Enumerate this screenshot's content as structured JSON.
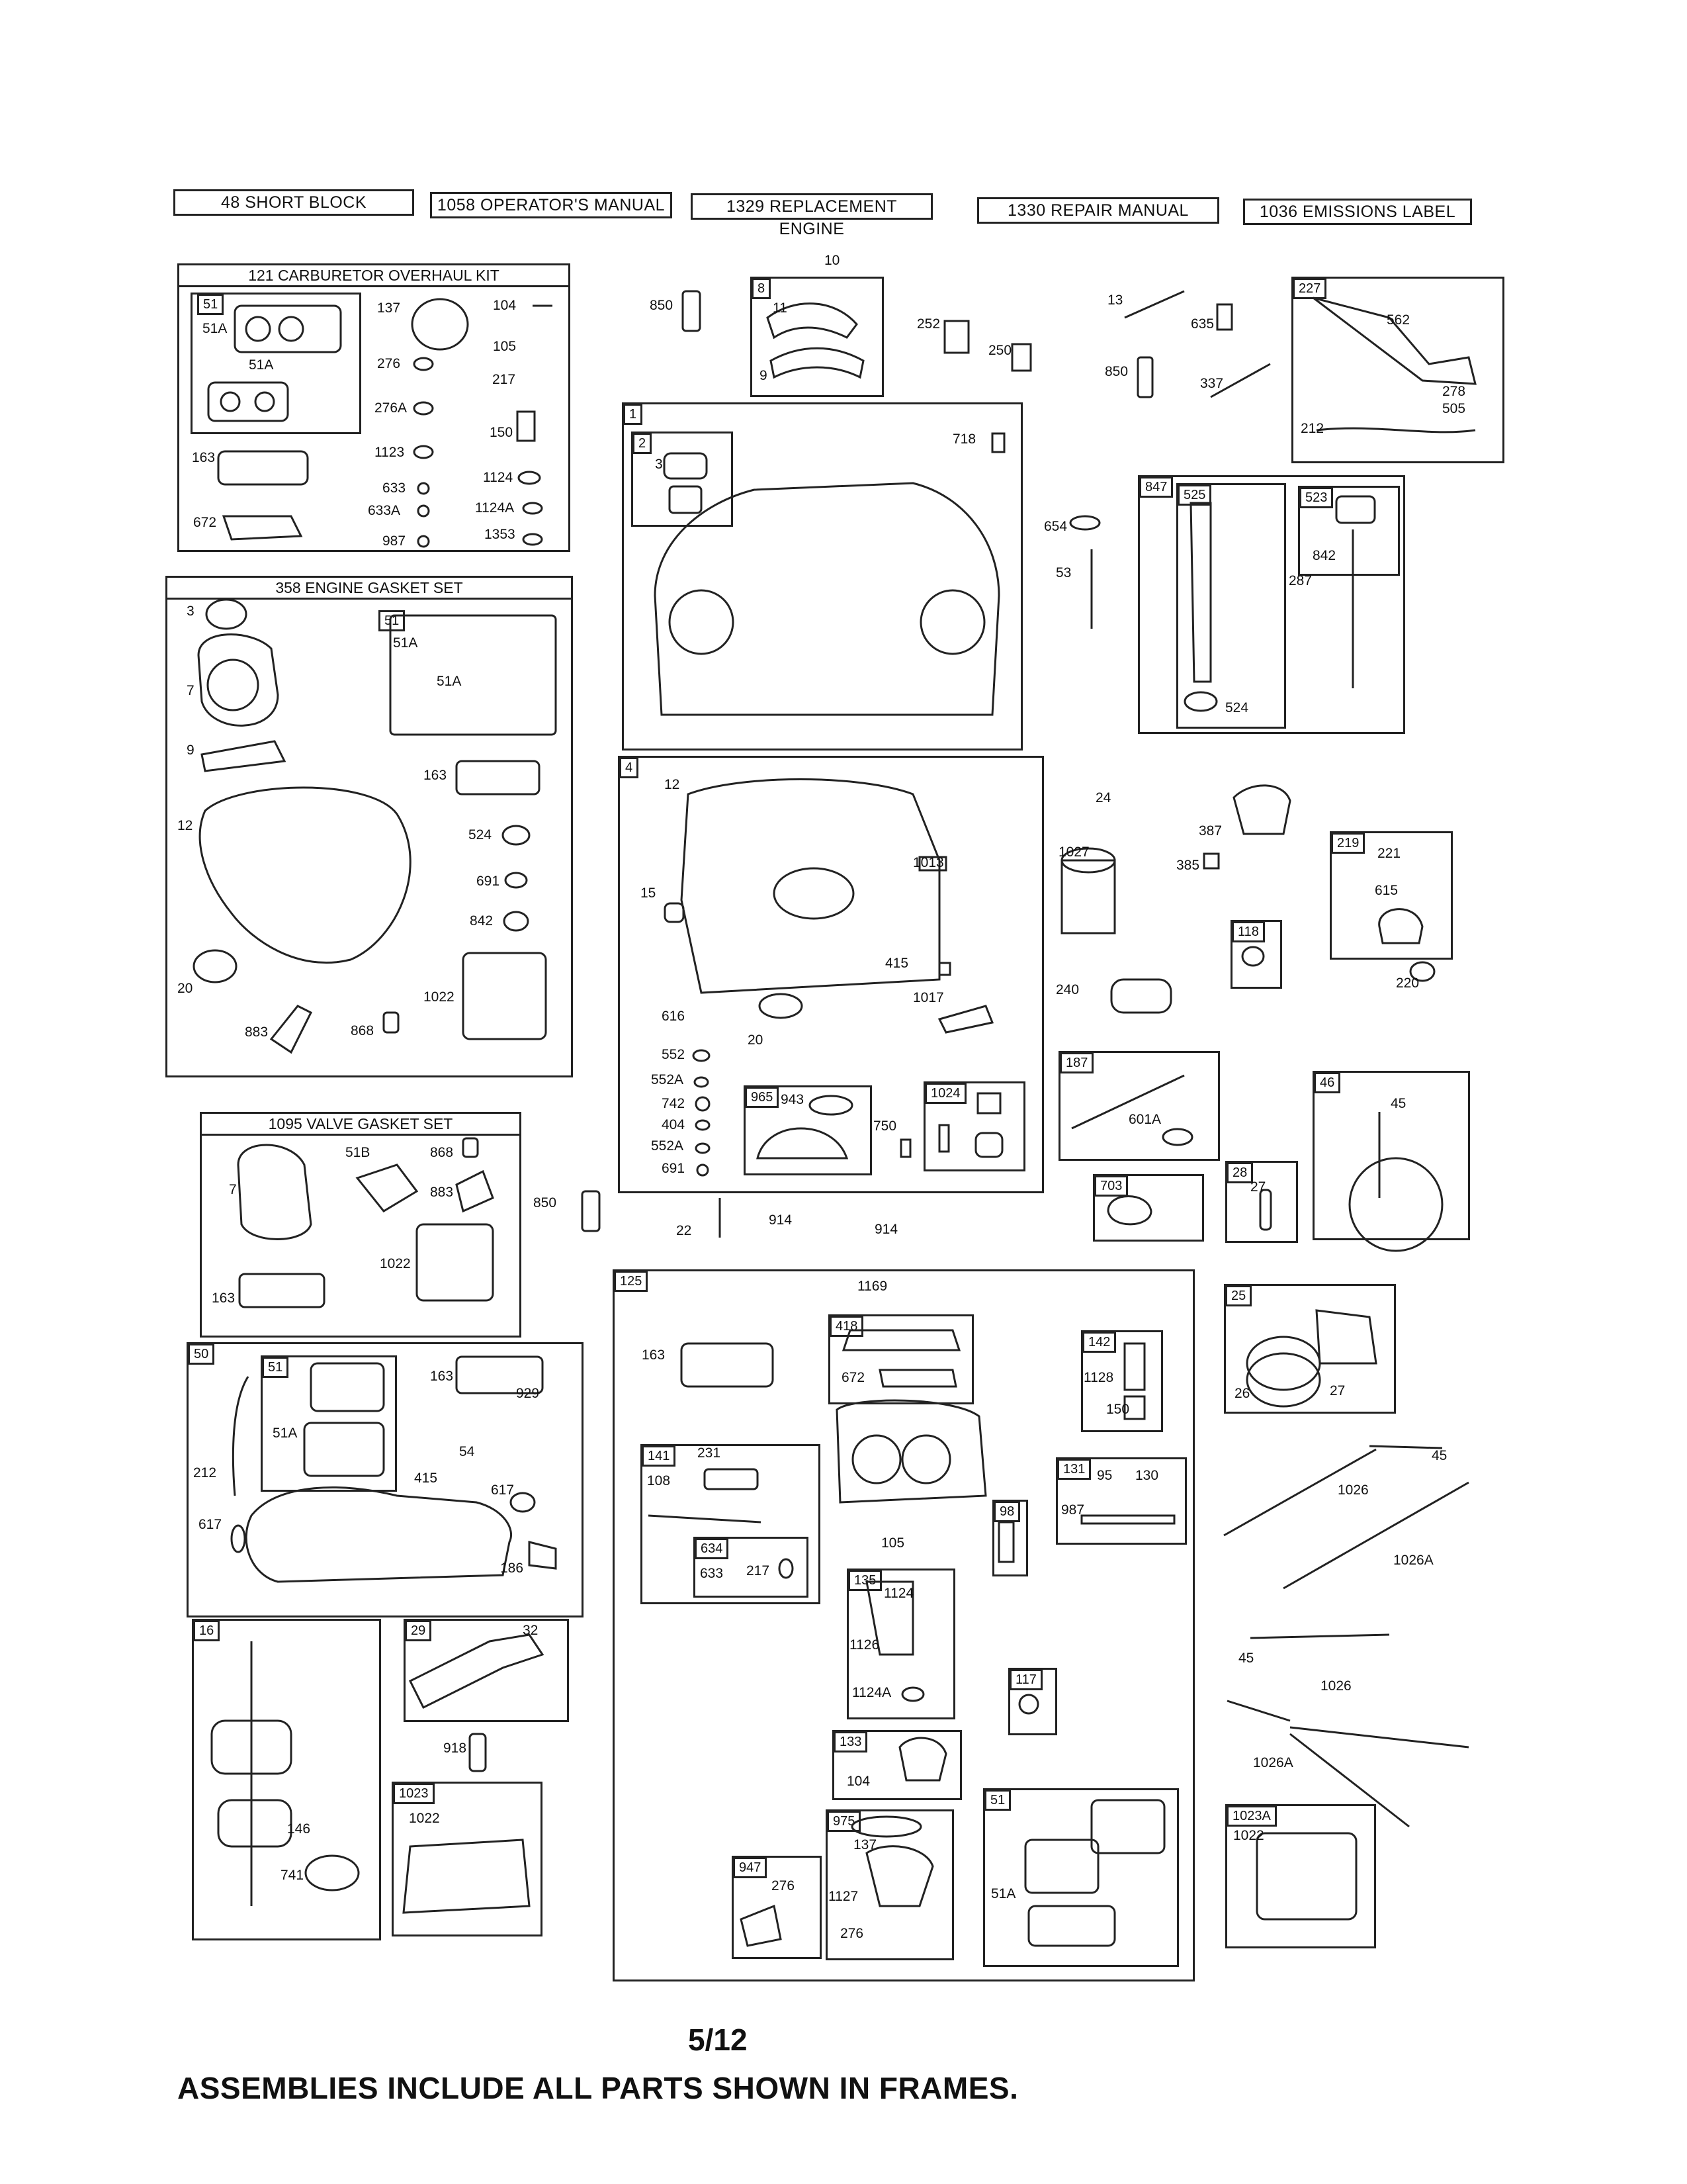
{
  "title_boxes": [
    "48 SHORT BLOCK",
    "1058 OPERATOR'S MANUAL",
    "1329 REPLACEMENT ENGINE",
    "1330 REPAIR MANUAL",
    "1036 EMISSIONS LABEL"
  ],
  "kits": {
    "carb": "121 CARBURETOR OVERHAUL KIT",
    "gasket": "358 ENGINE GASKET SET",
    "valve": "1095 VALVE GASKET SET"
  },
  "frame_tags": {
    "f51a": "51",
    "f1": "1",
    "f2": "2",
    "f8": "8",
    "f4": "4",
    "f965": "965",
    "f1024": "1024",
    "f227": "227",
    "f847": "847",
    "f525": "525",
    "f523": "523",
    "f219": "219",
    "f118": "118",
    "f187": "187",
    "f46": "46",
    "f703": "703",
    "f28": "28",
    "f51b": "51",
    "f50": "50",
    "f51c": "51",
    "f125": "125",
    "f418": "418",
    "f142": "142",
    "f141": "141",
    "f634": "634",
    "f131": "131",
    "f98": "98",
    "f135": "135",
    "f117": "117",
    "f133": "133",
    "f975": "975",
    "f947": "947",
    "f51d": "51",
    "f25": "25",
    "f16": "16",
    "f29": "29",
    "f1023": "1023",
    "f1023a": "1023A"
  },
  "labels": {
    "c51a1": "51A",
    "c51a2": "51A",
    "c137": "137",
    "c104": "104",
    "c105": "105",
    "c276": "276",
    "c217": "217",
    "c276a": "276A",
    "c150": "150",
    "c163": "163",
    "c1123": "1123",
    "c633": "633",
    "c1124": "1124",
    "c633a": "633A",
    "c1124a": "1124A",
    "c672": "672",
    "c987": "987",
    "c1353": "1353",
    "g3": "3",
    "g51a1": "51A",
    "g51a2": "51A",
    "g7": "7",
    "g9": "9",
    "g163": "163",
    "g12": "12",
    "g524": "524",
    "g691": "691",
    "g842": "842",
    "g20": "20",
    "g1022": "1022",
    "g883": "883",
    "g868": "868",
    "v51b": "51B",
    "v868": "868",
    "v7": "7",
    "v883": "883",
    "v1022": "1022",
    "v163": "163",
    "v850": "850",
    "m10": "10",
    "m850": "850",
    "m11": "11",
    "m9": "9",
    "m252": "252",
    "m250": "250",
    "m718": "718",
    "m3": "3",
    "b12": "12",
    "b1013": "1013",
    "b15": "15",
    "b415": "415",
    "b1017": "1017",
    "b616": "616",
    "b20": "20",
    "b552": "552",
    "b552a": "552A",
    "b742": "742",
    "b404": "404",
    "b552a2": "552A",
    "b691": "691",
    "b943": "943",
    "b750": "750",
    "b22": "22",
    "b914a": "914",
    "b914b": "914",
    "r13": "13",
    "r635": "635",
    "r850": "850",
    "r337": "337",
    "r562": "562",
    "r278": "278",
    "r505": "505",
    "r212": "212",
    "r654": "654",
    "r53": "53",
    "r842": "842",
    "r287": "287",
    "r524": "524",
    "r24": "24",
    "r387": "387",
    "r1027": "1027",
    "r385": "385",
    "r221": "221",
    "r615": "615",
    "r220": "220",
    "r240": "240",
    "r601a": "601A",
    "r45": "45",
    "r27": "27",
    "e163": "163",
    "e51a": "51A",
    "e212": "212",
    "e929": "929",
    "e54": "54",
    "e415": "415",
    "e617a": "617",
    "e617b": "617",
    "e186": "186",
    "h1169": "1169",
    "h163": "163",
    "h672": "672",
    "h1128": "1128",
    "h150": "150",
    "h231": "231",
    "h108": "108",
    "h95": "95",
    "h130": "130",
    "h987": "987",
    "h633": "633",
    "h217": "217",
    "h105": "105",
    "h1124": "1124",
    "h1126": "1126",
    "h1124a": "1124A",
    "h104": "104",
    "h137": "137",
    "h1127": "1127",
    "h276a": "276",
    "h276b": "276",
    "h51a": "51A",
    "p26": "26",
    "p27": "27",
    "p45a": "45",
    "p1026a": "1026",
    "p1026aa": "1026A",
    "p45b": "45",
    "p1026b": "1026",
    "p1026ab": "1026A",
    "p1022": "1022",
    "k32": "32",
    "k918": "918",
    "k1022": "1022",
    "k146": "146",
    "k741": "741"
  },
  "footer": {
    "page": "5/12",
    "note": "ASSEMBLIES INCLUDE ALL PARTS SHOWN IN FRAMES."
  }
}
